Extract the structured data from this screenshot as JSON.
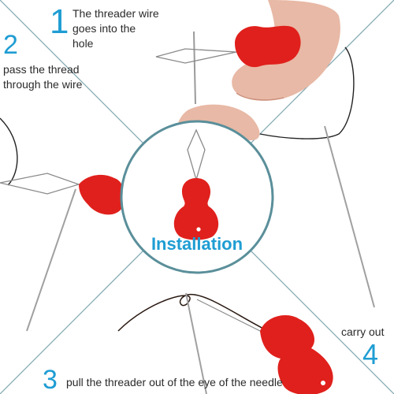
{
  "steps": [
    {
      "number": "1",
      "text": "The threader wire goes into the hole"
    },
    {
      "number": "2",
      "text": "pass the thread through the wire"
    },
    {
      "number": "3",
      "text": "pull the threader out of the eye of the needle"
    },
    {
      "number": "4",
      "text": "carry out"
    }
  ],
  "center": {
    "title": "Installation"
  },
  "colors": {
    "accent": "#1f9dd3",
    "threader_red": "#e0201c",
    "skin": "#e8b9a6",
    "ring": "#5a8f9a"
  }
}
